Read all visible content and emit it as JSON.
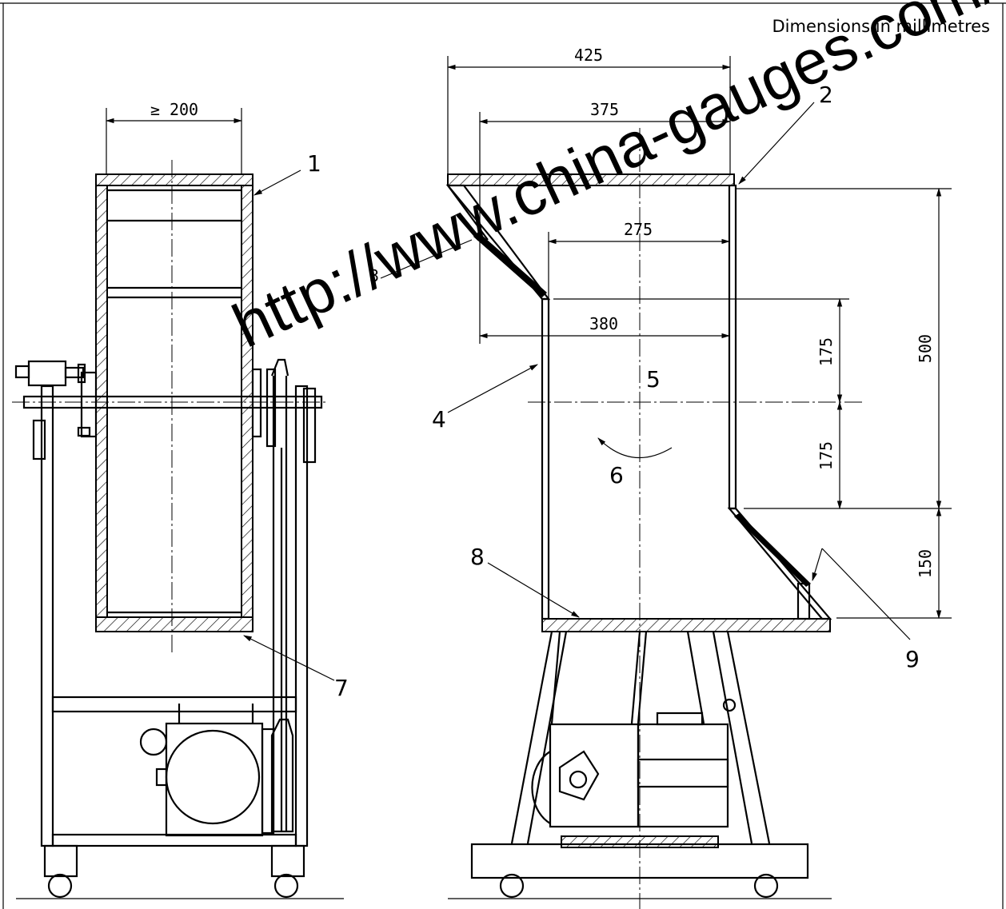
{
  "note": "Dimensions in millimetres",
  "watermark": "http://www.china-gauges.com/",
  "dimensions": {
    "left_width": "≥ 200",
    "top_overall": "425",
    "top_inner": "375",
    "mid_opening": "275",
    "mid_width": "380",
    "height_total": "500",
    "upper_half": "175",
    "lower_half": "175",
    "lower_step": "150",
    "small_label": "3"
  },
  "callouts": [
    "1",
    "2",
    "4",
    "5",
    "6",
    "7",
    "8",
    "9"
  ]
}
